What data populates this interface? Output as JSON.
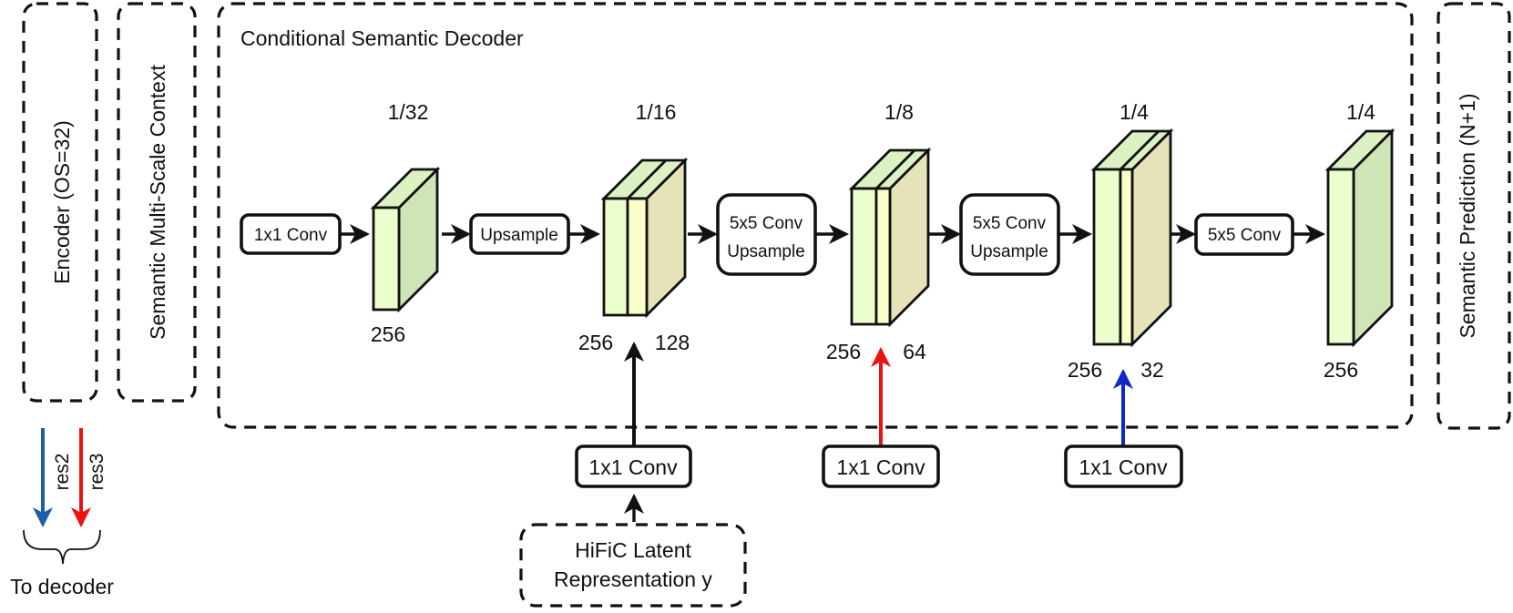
{
  "panels": {
    "encoder": "Encoder (OS=32)",
    "context": "Semantic Multi-Scale Context",
    "decoder": "Conditional Semantic Decoder",
    "prediction": "Semantic Prediction (N+1)"
  },
  "skip_outputs": {
    "res2": "res2",
    "res3": "res3",
    "to_decoder": "To decoder",
    "res2_color": "#1f5da8",
    "res3_color": "#ee1111"
  },
  "ops": {
    "conv1x1_a": "1x1 Conv",
    "upsample": "Upsample",
    "conv5x5_up_1": [
      "5x5 Conv",
      "Upsample"
    ],
    "conv5x5_up_2": [
      "5x5 Conv",
      "Upsample"
    ],
    "conv5x5": "5x5 Conv"
  },
  "scales": [
    "1/32",
    "1/16",
    "1/8",
    "1/4",
    "1/4"
  ],
  "channels": {
    "b1": "256",
    "b2_main": "256",
    "b2_extra": "128",
    "b3_main": "256",
    "b3_extra": "64",
    "b4_main": "256",
    "b4_extra": "32",
    "b5": "256"
  },
  "side_inputs": {
    "conv_a": "1x1 Conv",
    "conv_b": "1x1 Conv",
    "conv_c": "1x1 Conv",
    "latent": [
      "HiFiC Latent",
      "Representation y"
    ],
    "arrow_colors": [
      "#111111",
      "#ee1111",
      "#1028c8"
    ]
  },
  "colors": {
    "block_front": "#eaffcc",
    "block_side": "#cfe5b5",
    "block_top": "#ddf2c2",
    "concat_front": "#fbffc8",
    "concat_side": "#e6e3b8"
  }
}
